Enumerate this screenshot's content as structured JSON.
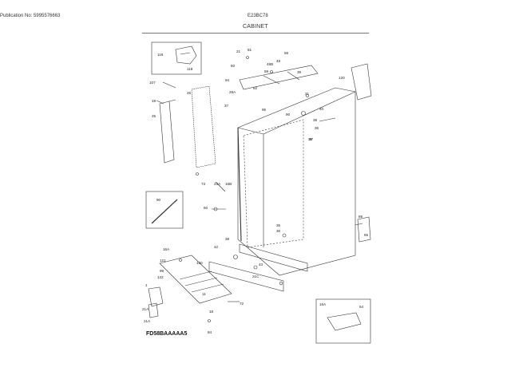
{
  "header": {
    "publication": "Publication No: 5995576663",
    "model": "E23BC78",
    "section": "CABINET"
  },
  "diagram": {
    "callouts": [
      "116",
      "118",
      "107",
      "26",
      "19",
      "25",
      "21",
      "81",
      "58",
      "48B",
      "48",
      "50",
      "59",
      "62",
      "94",
      "39",
      "28A",
      "37",
      "95",
      "31",
      "40",
      "90",
      "38",
      "36",
      "36",
      "37",
      "120",
      "73",
      "23A",
      "16B",
      "90",
      "60",
      "42",
      "38",
      "89",
      "65",
      "35",
      "36",
      "16A",
      "121",
      "120",
      "99",
      "122",
      "43",
      "21C",
      "1",
      "21A",
      "21A",
      "11",
      "18",
      "72",
      "84",
      "16A",
      "64"
    ],
    "figure_code": "FD58BAAAAA5"
  }
}
